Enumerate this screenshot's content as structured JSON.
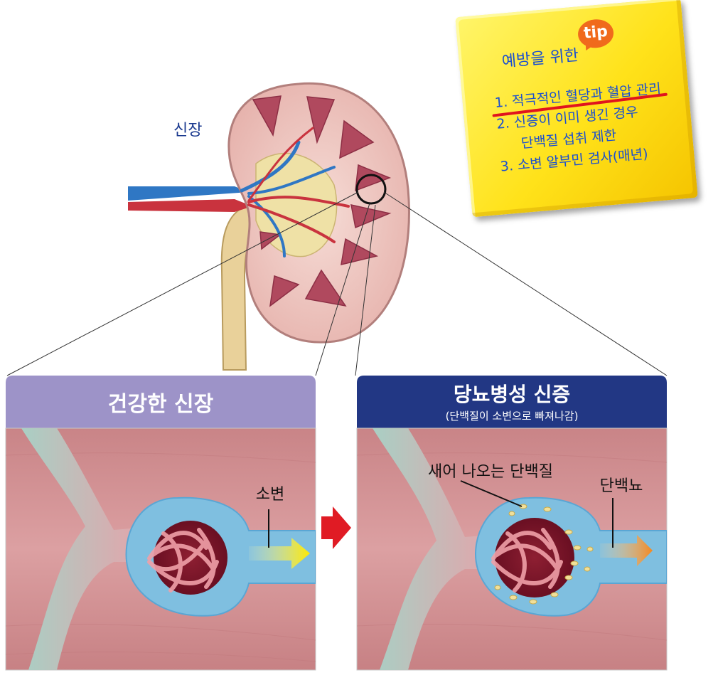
{
  "kidney_label": "신장",
  "left_panel": {
    "title": "건강한 신장",
    "urine_label": "소변"
  },
  "right_panel": {
    "title": "당뇨병성 신증",
    "subtitle": "(단백질이 소변으로 빠져나감)",
    "leak_label": "새어 나오는 단백질",
    "proteinuria_label": "단백뇨"
  },
  "tip": {
    "badge": "tip",
    "title": "예방을 위한",
    "items": [
      "1. 적극적인 혈당과 혈압 관리",
      "2. 신증이 이미 생긴 경우",
      "단백질 섭취 제한",
      "3. 소변 알부민 검사(매년)"
    ]
  },
  "colors": {
    "healthy_header": "#9d93c8",
    "disease_header": "#223784",
    "arrow_red": "#e01b24",
    "urine_yellow": "#ffef1a",
    "proteinuria_orange": "#f5881f",
    "tip_text": "#1a4fd0"
  }
}
